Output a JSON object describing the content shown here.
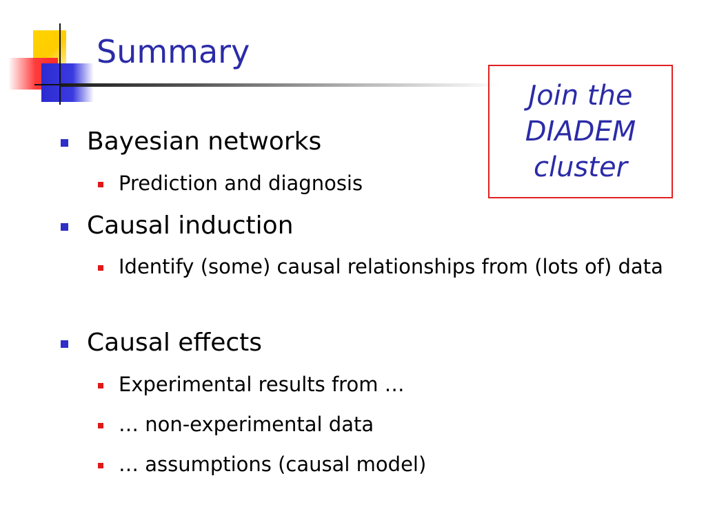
{
  "slide": {
    "title": "Summary",
    "callout": "Join the\nDIADEM\ncluster",
    "bullets": [
      {
        "text": "Bayesian networks",
        "sub": [
          "Prediction and diagnosis"
        ]
      },
      {
        "text": "Causal induction",
        "sub": [
          "Identify (some) causal relationships from (lots of) data"
        ]
      },
      {
        "text": "Causal effects",
        "sub": [
          "Experimental results from …",
          "… non-experimental data",
          "… assumptions (causal model)"
        ]
      }
    ]
  },
  "colors": {
    "title": "#2b2ba8",
    "callout_border": "#e02020",
    "bullet_level1": "#2e2ec8",
    "bullet_level2": "#e01818"
  }
}
